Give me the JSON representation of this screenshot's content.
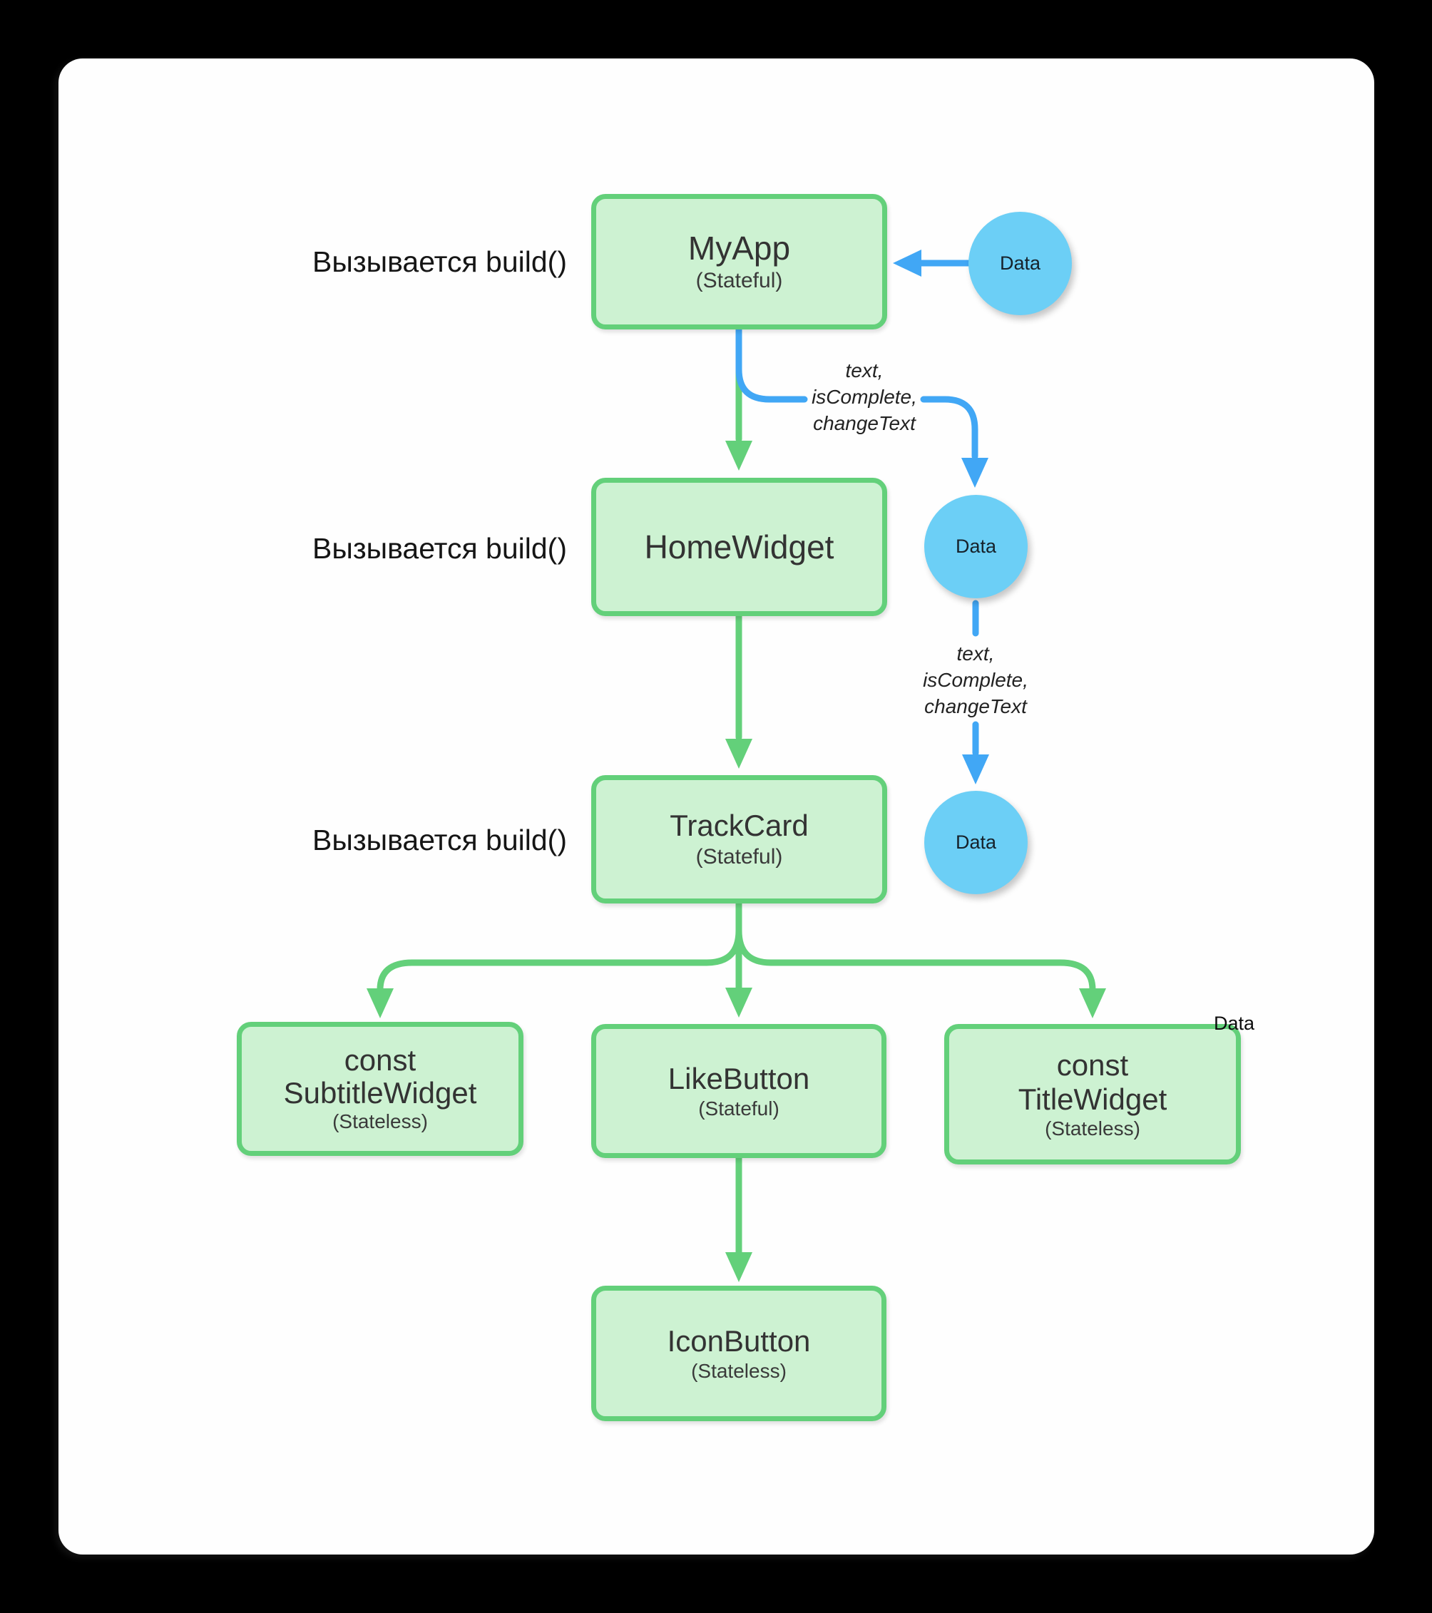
{
  "labels": {
    "build_call_1": "Вызывается build()",
    "build_call_2": "Вызывается build()",
    "build_call_3": "Вызывается build()",
    "data_floating": "Data"
  },
  "nodes": {
    "myapp": {
      "title": "MyApp",
      "subtitle": "(Stateful)"
    },
    "homewidget": {
      "title": "HomeWidget"
    },
    "trackcard": {
      "title": "TrackCard",
      "subtitle": "(Stateful)"
    },
    "subtitlewidget": {
      "modifier": "const",
      "title": "SubtitleWidget",
      "subtitle": "(Stateless)"
    },
    "likebutton": {
      "title": "LikeButton",
      "subtitle": "(Stateful)"
    },
    "titlewidget": {
      "modifier": "const",
      "title": "TitleWidget",
      "subtitle": "(Stateless)"
    },
    "iconbutton": {
      "title": "IconButton",
      "subtitle": "(Stateless)"
    }
  },
  "data_circles": [
    {
      "label": "Data"
    },
    {
      "label": "Data"
    },
    {
      "label": "Data"
    }
  ],
  "edge_labels": {
    "props_1": [
      "text,",
      "isComplete,",
      "changeText"
    ],
    "props_2": [
      "text,",
      "isComplete,",
      "changeText"
    ]
  },
  "colors": {
    "bg": "#000000",
    "card": "#fefefe",
    "green_border": "#63d07a",
    "green_fill": "#cdf2d2",
    "blue_circle": "#6ccff6",
    "blue_arrow": "#41a7f5",
    "ink": "#2f3135"
  }
}
